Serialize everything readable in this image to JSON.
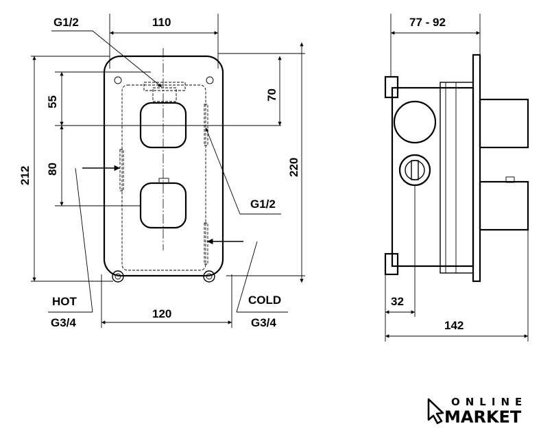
{
  "front_view": {
    "width_top": "110",
    "inlet_top_label": "G1/2",
    "dim_55": "55",
    "dim_80": "80",
    "dim_212": "212",
    "dim_70": "70",
    "dim_220": "220",
    "outlet_right_label": "G1/2",
    "hot_label": "HOT",
    "hot_thread": "G3/4",
    "cold_label": "COLD",
    "cold_thread": "G3/4",
    "width_bottom": "120"
  },
  "side_view": {
    "depth_range": "77 - 92",
    "dim_32": "32",
    "total_depth": "142"
  },
  "logo": {
    "line1": "ONLINE",
    "line2": "MARKET"
  }
}
